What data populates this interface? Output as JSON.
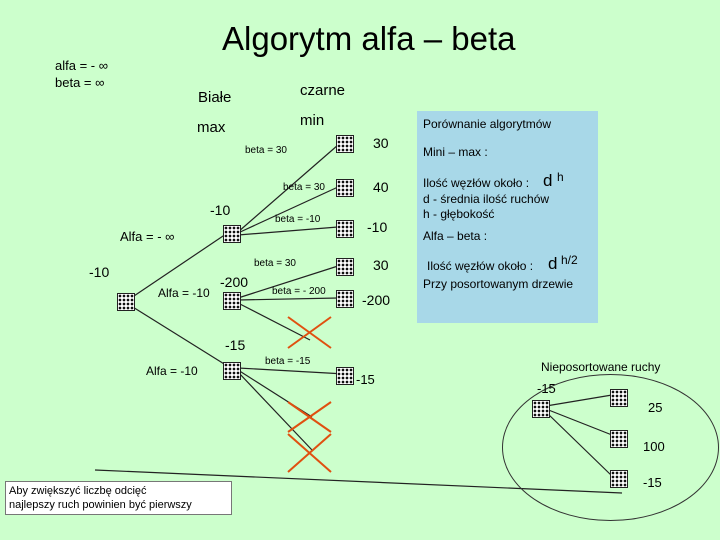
{
  "title": "Algorytm alfa – beta",
  "init": {
    "alfa": "alfa = -  ∞",
    "beta": "beta = ∞"
  },
  "players": {
    "white": "Białe",
    "black": "czarne",
    "max": "max",
    "min": "min"
  },
  "tree": {
    "beta_30_a": "beta = 30",
    "beta_30_b": "beta = 30",
    "beta_m10": "beta = -10",
    "beta_30_c": "beta = 30",
    "beta_m200": "beta = - 200",
    "beta_m15": "beta = -15",
    "leaf_30a": "30",
    "leaf_40": "40",
    "leaf_m10": "-10",
    "leaf_30b": "30",
    "leaf_m200": "-200",
    "leaf_m15": "-15",
    "val_m10_upper": "-10",
    "alfa_minf": "Alfa = -  ∞",
    "val_m10_left": "-10",
    "alfa_m10_a": "Alfa = -10",
    "val_m200": "-200",
    "val_m15": "-15",
    "alfa_m10_b": "Alfa = -10"
  },
  "panel": {
    "heading": "Porównanie algorytmów",
    "minimax": "Mini – max :",
    "nodes_label": "Ilość węzłów około :",
    "d_h": "d",
    "exp_h": "h",
    "d_desc": "d - średnia ilość ruchów",
    "h_desc": "h - głębokość",
    "alfabeta": "Alfa – beta :",
    "nodes_label2": "Ilość węzłów około :",
    "d_h2": "d",
    "exp_h2": "h/2",
    "sorted": "Przy posortowanym drzewie"
  },
  "unsorted": {
    "title": "Nieposortowane ruchy",
    "root": "-15",
    "v25": "25",
    "v100": "100",
    "v15": "-15"
  },
  "note": {
    "line1": "Aby zwiększyć liczbę odcięć",
    "line2": "najlepszy ruch powinien być pierwszy"
  }
}
